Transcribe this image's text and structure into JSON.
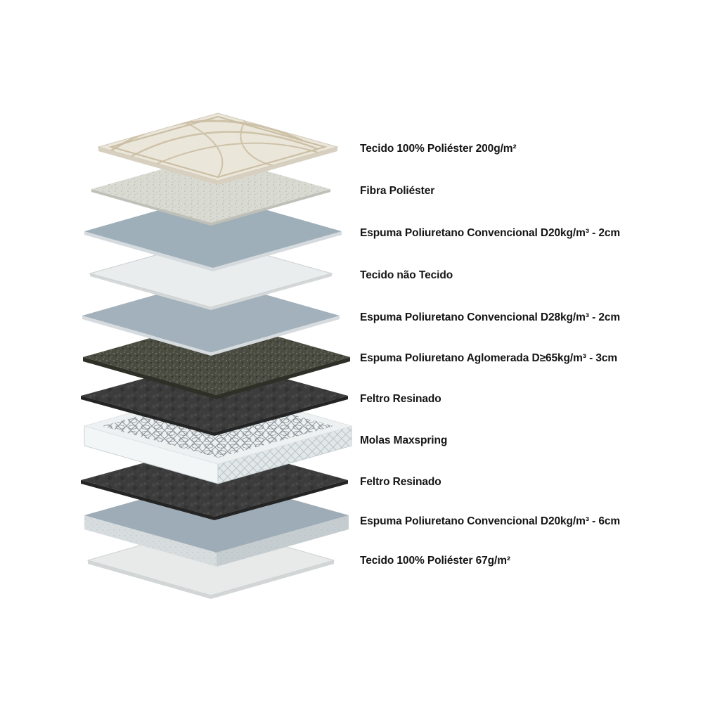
{
  "diagram": {
    "subject": "mattress-layer-exploded-view"
  },
  "layers": [
    {
      "label": "Tecido 100% Poliéster 200g/m²",
      "colors": {
        "top": "#ebe6da",
        "side": "#d7d0c0",
        "accent": "#c9bda2"
      }
    },
    {
      "label": "Fibra Poliéster",
      "colors": {
        "top": "#d9dad1",
        "side": "#bfc0b8"
      }
    },
    {
      "label": "Espuma Poliuretano Convencional D20kg/m³ - 2cm",
      "colors": {
        "top": "#9fafb9",
        "side": "#d4dadd"
      }
    },
    {
      "label": "Tecido não Tecido",
      "colors": {
        "top": "#eaeded",
        "side": "#d5d8d8"
      }
    },
    {
      "label": "Espuma Poliuretano Convencional D28kg/m³ - 2cm",
      "colors": {
        "top": "#a2b1bb",
        "side": "#d6dbdf"
      }
    },
    {
      "label": "Espuma Poliuretano Aglomerada D≥65kg/m³ - 3cm",
      "colors": {
        "top": "#4a4c41",
        "side": "#2e3028"
      }
    },
    {
      "label": "Feltro Resinado",
      "colors": {
        "top": "#3c3c3c",
        "side": "#242424"
      }
    },
    {
      "label": "Molas Maxspring",
      "colors": {
        "top": "#eef1f2",
        "side_left": "#f2f6f7",
        "side_right": "#e2e8ea",
        "wire": "#8d969b"
      }
    },
    {
      "label": "Feltro Resinado",
      "colors": {
        "top": "#3c3c3c",
        "side": "#242424"
      }
    },
    {
      "label": "Espuma Poliuretano Convencional D20kg/m³ - 6cm",
      "colors": {
        "top": "#9dacb6",
        "side_left": "#d7dcde",
        "side_right": "#c6cdd1"
      }
    },
    {
      "label": "Tecido 100% Poliéster 67g/m²",
      "colors": {
        "top": "#e8eaea",
        "side": "#d2d6d6"
      }
    }
  ]
}
